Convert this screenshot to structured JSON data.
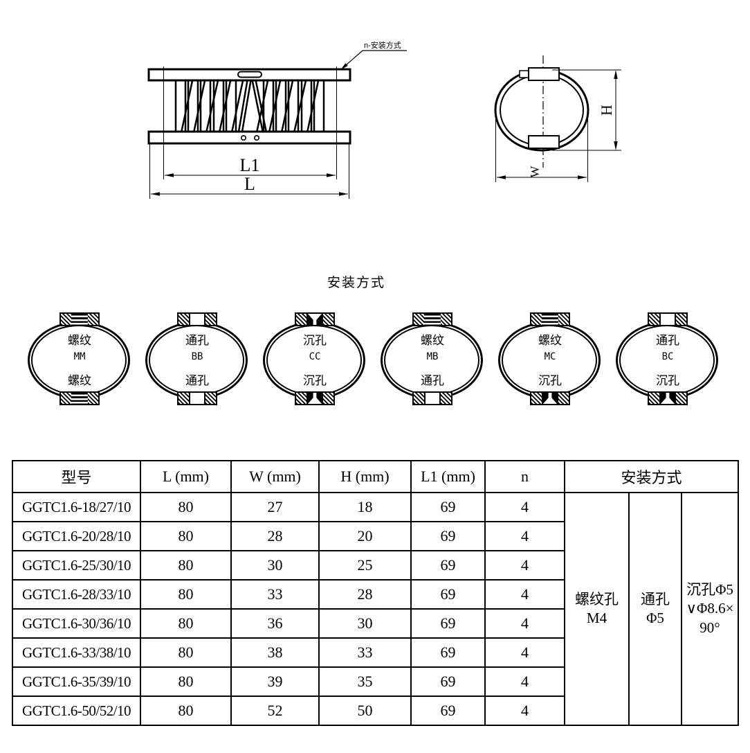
{
  "front_view": {
    "leader_label": "n-安装方式",
    "dim_l1": "L1",
    "dim_l": "L"
  },
  "side_view": {
    "dim_h": "H",
    "dim_w": "W"
  },
  "installation": {
    "title": "安装方式",
    "types": [
      {
        "code": "MM",
        "top": "螺纹",
        "bottom": "螺纹"
      },
      {
        "code": "BB",
        "top": "通孔",
        "bottom": "通孔"
      },
      {
        "code": "CC",
        "top": "沉孔",
        "bottom": "沉孔"
      },
      {
        "code": "MB",
        "top": "螺纹",
        "bottom": "通孔"
      },
      {
        "code": "MC",
        "top": "螺纹",
        "bottom": "沉孔"
      },
      {
        "code": "BC",
        "top": "通孔",
        "bottom": "沉孔"
      }
    ]
  },
  "table": {
    "headers": [
      "型号",
      "L (mm)",
      "W (mm)",
      "H (mm)",
      "L1 (mm)",
      "n",
      "安装方式"
    ],
    "rows": [
      [
        "GGTC1.6-18/27/10",
        "80",
        "27",
        "18",
        "69",
        "4"
      ],
      [
        "GGTC1.6-20/28/10",
        "80",
        "28",
        "20",
        "69",
        "4"
      ],
      [
        "GGTC1.6-25/30/10",
        "80",
        "30",
        "25",
        "69",
        "4"
      ],
      [
        "GGTC1.6-28/33/10",
        "80",
        "33",
        "28",
        "69",
        "4"
      ],
      [
        "GGTC1.6-30/36/10",
        "80",
        "36",
        "30",
        "69",
        "4"
      ],
      [
        "GGTC1.6-33/38/10",
        "80",
        "38",
        "33",
        "69",
        "4"
      ],
      [
        "GGTC1.6-35/39/10",
        "80",
        "39",
        "35",
        "69",
        "4"
      ],
      [
        "GGTC1.6-50/52/10",
        "80",
        "52",
        "50",
        "69",
        "4"
      ]
    ],
    "mounting": [
      {
        "line1": "螺纹孔",
        "line2": "M4",
        "line3": ""
      },
      {
        "line1": "通孔",
        "line2": "Φ5",
        "line3": ""
      },
      {
        "line1": "沉孔Φ5",
        "line2": "∨Φ8.6×",
        "line3": "90°"
      }
    ]
  }
}
